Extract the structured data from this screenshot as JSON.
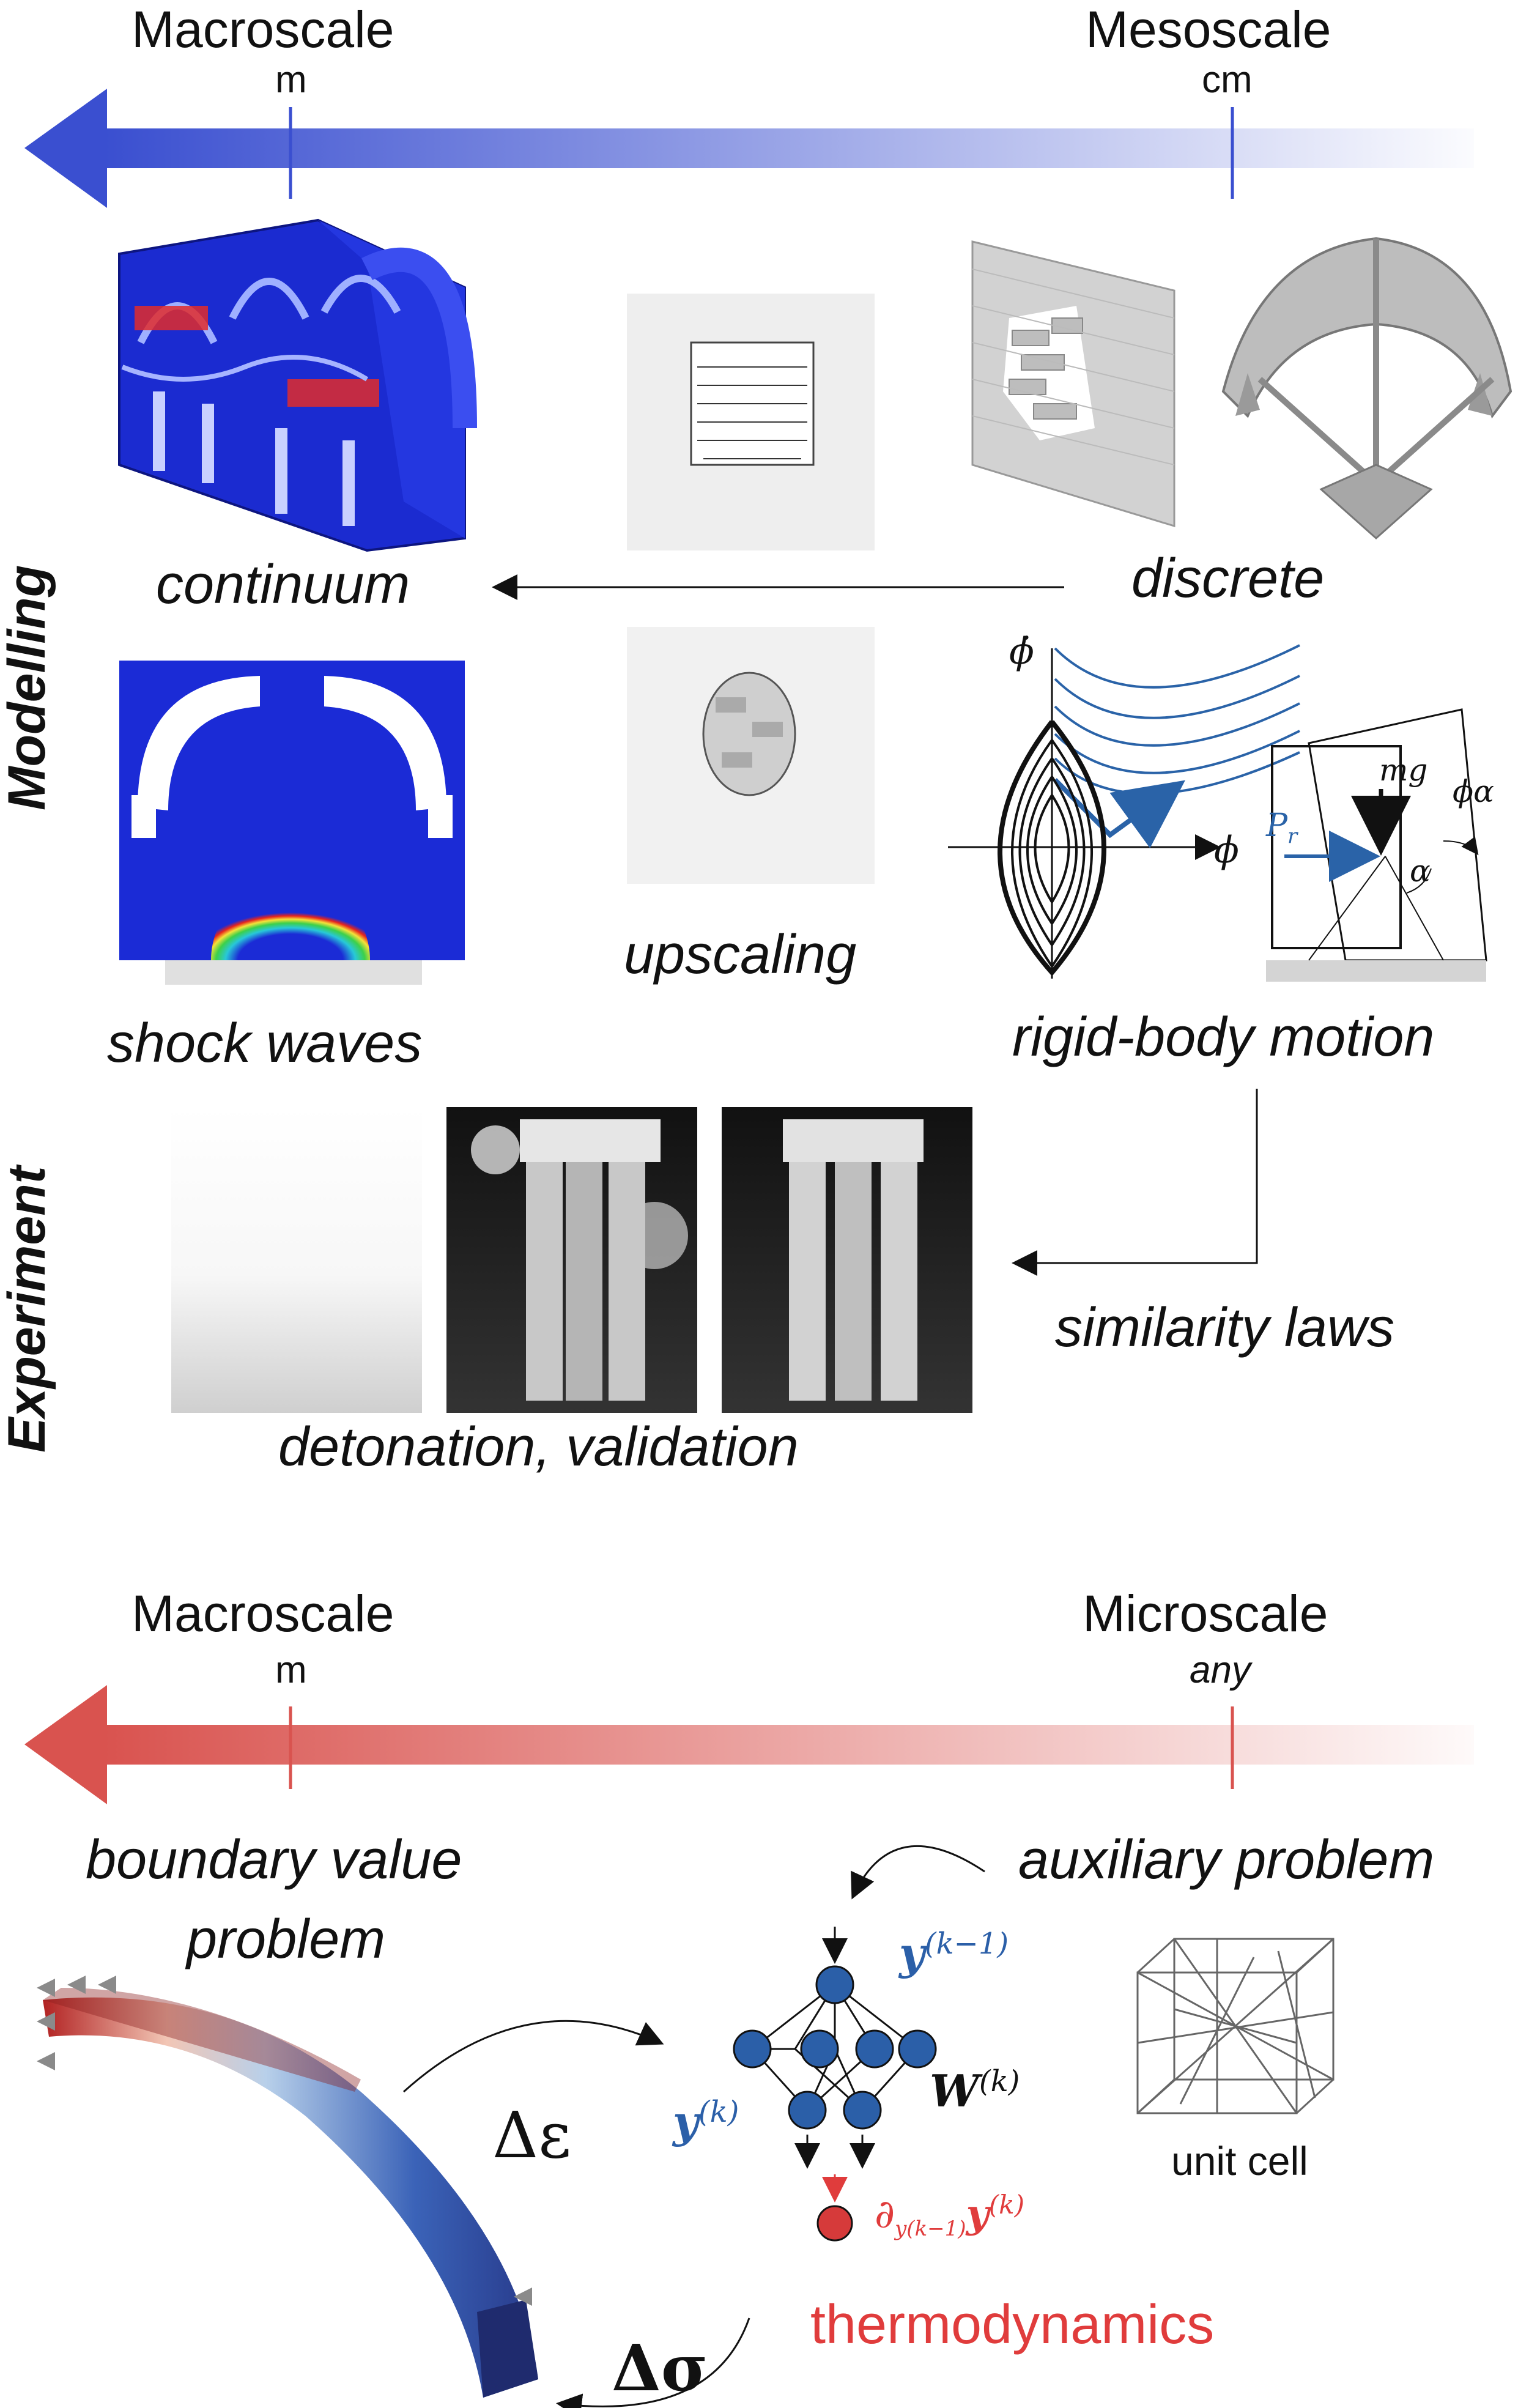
{
  "top_scale": {
    "left_label": "Macroscale",
    "left_unit": "m",
    "right_label": "Mesoscale",
    "right_unit": "cm",
    "arrow_color": "#3a4fd0"
  },
  "side_labels": {
    "modelling": "Modelling",
    "experiment": "Experiment"
  },
  "modelling": {
    "continuum": "continuum",
    "discrete": "discrete",
    "shock_waves": "shock waves",
    "upscaling": "upscaling",
    "rigid_body_motion": "rigid-body motion"
  },
  "phase_plot": {
    "x_label": "ϕ",
    "y_label": "ϕ̇",
    "force_label": "P",
    "force_sub": "r",
    "weight_label": "mg",
    "angle_label": "α",
    "tilt_label": "ϕα",
    "curve_color": "#2a63a8"
  },
  "experiment": {
    "similarity_laws": "similarity laws",
    "detonation_validation": "detonation, validation"
  },
  "bottom_scale": {
    "left_label": "Macroscale",
    "left_unit": "m",
    "right_label": "Microscale",
    "right_unit": "any",
    "arrow_color": "#d9534f"
  },
  "bottom": {
    "bvp_line1": "boundary value",
    "bvp_line2": "problem",
    "auxiliary_problem": "auxiliary problem",
    "unit_cell": "unit cell",
    "thermodynamics": "thermodynamics",
    "delta_eps": "Δε",
    "delta_sigma": "Δσ",
    "y_prev": "y",
    "y_prev_sup": "(k−1)",
    "y_k": "y",
    "y_k_sup": "(k)",
    "w_k": "W",
    "w_k_sup": "(k)",
    "deriv": "∂",
    "deriv_sub": "y(k−1)",
    "deriv_y": "y",
    "deriv_sup": "(k)",
    "node_color": "#2b5fa8",
    "red_color": "#e03c3c"
  }
}
